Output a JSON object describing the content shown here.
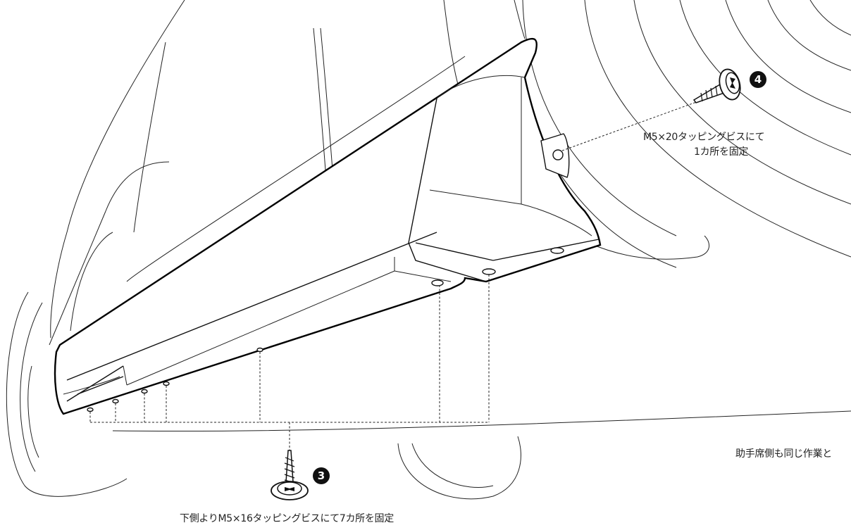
{
  "callouts": {
    "step4": {
      "number": "4",
      "text_line1": "M5×20タッピングビスにて",
      "text_line2": "1カ所を固定"
    },
    "step3": {
      "number": "3",
      "text": "下側よりM5×16タッピングビスにて7カ所を固定"
    },
    "side_note": "助手席側も同じ作業と"
  }
}
